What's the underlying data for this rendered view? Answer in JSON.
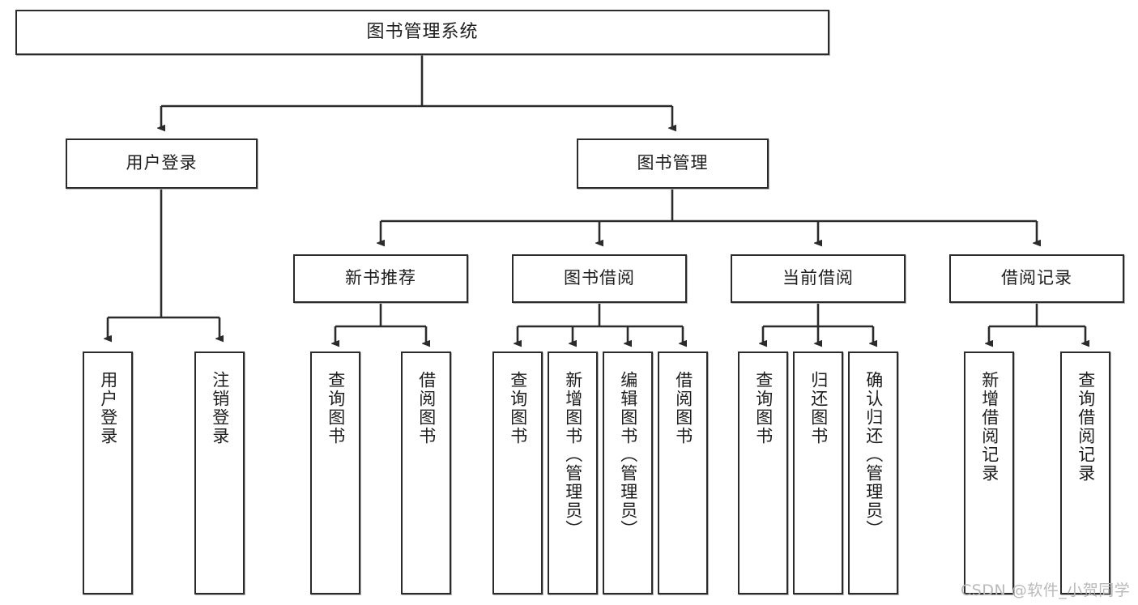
{
  "diagram": {
    "type": "tree",
    "title": "图书管理系统",
    "root": {
      "label": "图书管理系统"
    },
    "level2": [
      {
        "label": "用户登录"
      },
      {
        "label": "图书管理"
      }
    ],
    "level3": [
      {
        "label": "新书推荐"
      },
      {
        "label": "图书借阅"
      },
      {
        "label": "当前借阅"
      },
      {
        "label": "借阅记录"
      }
    ],
    "leaves": {
      "user_login": [
        {
          "label": "用户登录"
        },
        {
          "label": "注销登录"
        }
      ],
      "new_book_recommend": [
        {
          "label": "查询图书"
        },
        {
          "label": "借阅图书"
        }
      ],
      "book_borrow": [
        {
          "label": "查询图书"
        },
        {
          "label": "新增图书（管理员）"
        },
        {
          "label": "编辑图书（管理员）"
        },
        {
          "label": "借阅图书"
        }
      ],
      "current_borrow": [
        {
          "label": "查询图书"
        },
        {
          "label": "归还图书"
        },
        {
          "label": "确认归还（管理员）"
        }
      ],
      "borrow_record": [
        {
          "label": "新增借阅记录"
        },
        {
          "label": "查询借阅记录"
        }
      ]
    }
  },
  "watermark": {
    "text": "CSDN @软件_小贺同学"
  },
  "colors": {
    "stroke": "#2b2b2b",
    "box_fill": "#ffffff",
    "text": "#1d1d1d",
    "watermark": "#b9b9b9",
    "background": "#ffffff"
  }
}
